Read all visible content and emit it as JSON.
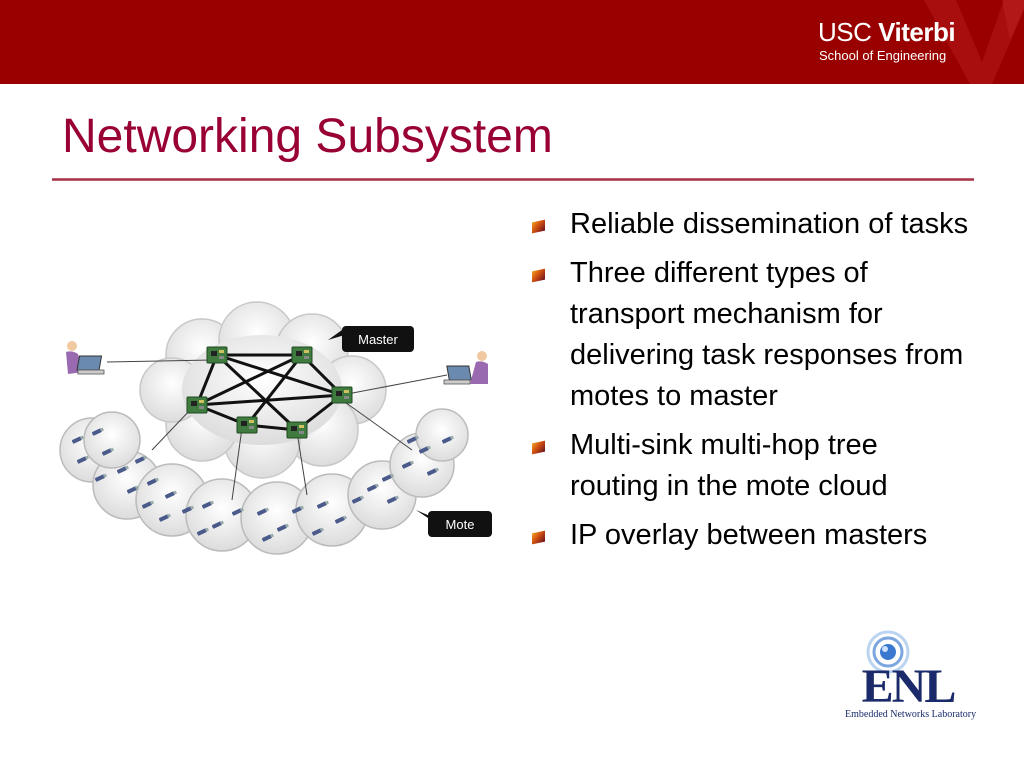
{
  "header": {
    "logo_usc": "USC",
    "logo_viterbi": "Viterbi",
    "logo_school": "School of Engineering"
  },
  "slide": {
    "title": "Networking Subsystem",
    "bullets": [
      "Reliable dissemination of tasks",
      "Three different types of transport mechanism for delivering task responses from motes to master",
      "Multi-sink multi-hop tree routing in the mote cloud",
      "IP overlay between masters"
    ]
  },
  "diagram": {
    "master_label": "Master",
    "mote_label": "Mote"
  },
  "footer_logo": {
    "letters": "ENL",
    "subtitle": "Embedded Networks Laboratory"
  },
  "colors": {
    "banner": "#990000",
    "title": "#990033",
    "enl_blue": "#1a2a6a"
  }
}
